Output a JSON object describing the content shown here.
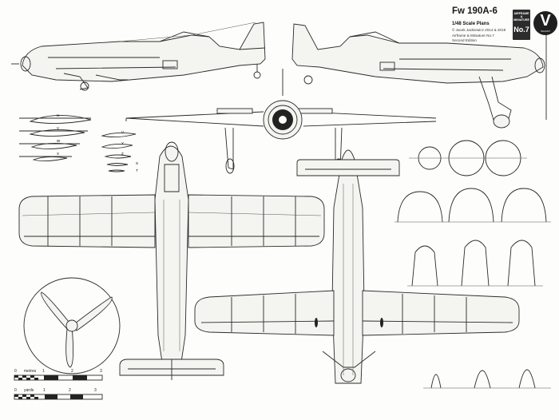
{
  "header": {
    "title": "Fw 190A-6",
    "scale_title": "1/48 Scale Plans",
    "copyright": "© Jacek Jackiewicz 2014 & 2019",
    "series": "Airframe & Miniature No.7",
    "edition": "Second Edition"
  },
  "badge": {
    "line1": "AIRFRAME & MINIATURE",
    "line2": "No.7"
  },
  "logo": {
    "letter": "V",
    "name": "VALIANT"
  },
  "scale_bar": {
    "metres_label": "metres",
    "yards_label": "yards",
    "metres_ticks": [
      "0",
      "1",
      "2",
      "3"
    ],
    "yards_ticks": [
      "0",
      "1",
      "2",
      "3"
    ]
  },
  "section_letters": {
    "wing": [
      "U",
      "V",
      "W",
      "X"
    ],
    "stab": [
      "V",
      "Y",
      "Z",
      "S",
      "T"
    ]
  },
  "colors": {
    "line": "#2a2a2a",
    "paper": "#fdfdfb",
    "dark": "#222222"
  }
}
